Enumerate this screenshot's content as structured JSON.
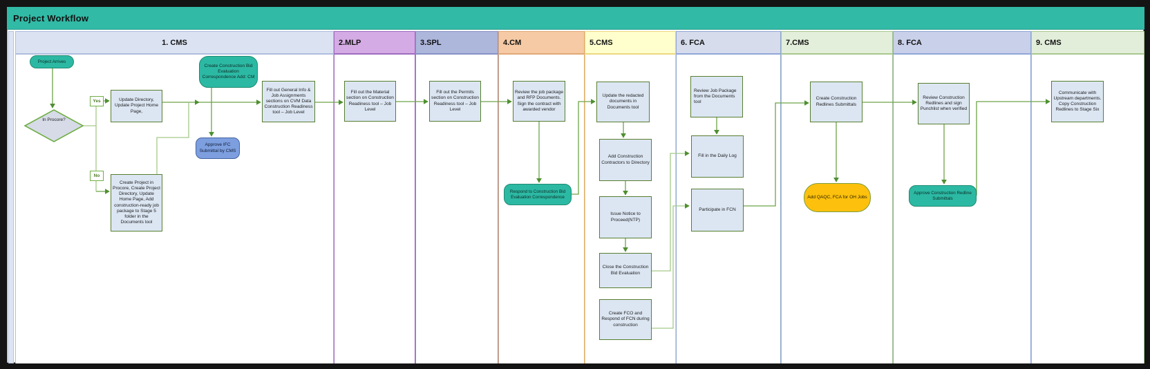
{
  "title": "Project Workflow",
  "lanes": [
    {
      "label": "1. CMS",
      "header_bg": "#dbe3f3",
      "accent": "#aebddd"
    },
    {
      "label": "2.MLP",
      "header_bg": "#d4abe4",
      "accent": "#9e6bc0"
    },
    {
      "label": "3.SPL",
      "header_bg": "#adb6db",
      "accent": "#8891c5"
    },
    {
      "label": "4.CM",
      "header_bg": "#f6caa4",
      "accent": "#e0a877"
    },
    {
      "label": "5.CMS",
      "header_bg": "#ffffcd",
      "accent": "#ecd87f"
    },
    {
      "label": "6. FCA",
      "header_bg": "#d6dcec",
      "accent": "#8fa6d6"
    },
    {
      "label": "7.CMS",
      "header_bg": "#e3efda",
      "accent": "#a8c88e"
    },
    {
      "label": "8. FCA",
      "header_bg": "#c9d0e9",
      "accent": "#8fa6d6"
    },
    {
      "label": "9. CMS",
      "header_bg": "#e2eeda",
      "accent": "#a8c88e"
    }
  ],
  "nodes": {
    "project_arrives": {
      "type": "start-terminal",
      "label": "Project Arrives"
    },
    "in_procore": {
      "type": "decision",
      "label": "In Procore?"
    },
    "yes": {
      "type": "branch-label",
      "label": "Yes"
    },
    "no": {
      "type": "branch-label",
      "label": "No"
    },
    "update_directory": {
      "type": "process",
      "label": "Update Directory, Update Project Home Page,"
    },
    "create_project": {
      "type": "process",
      "label": "Create Project in Procore, Create Project Directory, Update Home Page, Add construction-ready job package to Stage 5 folder in the Documents tool"
    },
    "create_bid_corr": {
      "type": "terminal",
      "label": "Create Construction Bid Evaluation Correspondence Add: CM"
    },
    "approve_ifc": {
      "type": "terminal",
      "label": "Approve IFC Submittal by CMS"
    },
    "fill_general": {
      "type": "process",
      "label": "Fill out General Info & Job Assignments sections on CVM Data Construction Readiness tool – Job Level"
    },
    "fill_material": {
      "type": "process",
      "label": "Fill out the Material section on Construction Readiness tool – Job Level"
    },
    "fill_permits": {
      "type": "process",
      "label": "Fill out the Permits section on Construction Readiness tool – Job Level"
    },
    "review_job_rfp": {
      "type": "process",
      "label": "Review the job package and RFP Documents. Sign the contract with awarded vendor"
    },
    "respond_bid_corr": {
      "type": "terminal",
      "label": "Respond to Construction Bid Evaluation Correspondence"
    },
    "update_redacted": {
      "type": "process",
      "label": "Update the redacted documents in Documents tool"
    },
    "add_contractors": {
      "type": "process",
      "label": "Add Construction Contractors to Directory"
    },
    "issue_ntp": {
      "type": "process",
      "label": "Issue Notice to Proceed(NTP)"
    },
    "close_bid_eval": {
      "type": "process",
      "label": "Close the Construction Bid Evaluation"
    },
    "create_fco": {
      "type": "process",
      "label": "Create FCO and Respond of FCN during construction"
    },
    "review_job_pkg": {
      "type": "process",
      "label": "Review Job Package from the Documents tool"
    },
    "fill_daily_log": {
      "type": "process",
      "label": "Fill in the Daily Log"
    },
    "participate_fcn": {
      "type": "process",
      "label": "Participate in FCN"
    },
    "create_redlines": {
      "type": "process",
      "label": "Create Construction Redlines Submittals"
    },
    "add_qaqc": {
      "type": "terminal",
      "label": "Add QAQC, FCA for OH Jobs"
    },
    "review_redlines": {
      "type": "process",
      "label": "Review Construction Redlines and sign Punchlist when verified"
    },
    "approve_redline": {
      "type": "terminal",
      "label": "Approve Construction Redline Submittals"
    },
    "communicate_upstream": {
      "type": "process",
      "label": "Communicate with Upstream departments. Copy Construction Redlines to Stage Six"
    }
  },
  "colors": {
    "title_bar_teal": "#31baa6",
    "terminal_teal_fill": "#2cb9a4",
    "terminal_teal_border": "#1f8a70",
    "terminal_blue_fill": "#7d9fe0",
    "terminal_gold_fill": "#fdc10d",
    "process_fill": "#dce6f3",
    "process_border": "#567d2e",
    "decision_fill": "#d6dbe7",
    "connector_green": "#6ca447",
    "connector_light_green": "#a3c987",
    "outer_border_black": "#000000"
  }
}
